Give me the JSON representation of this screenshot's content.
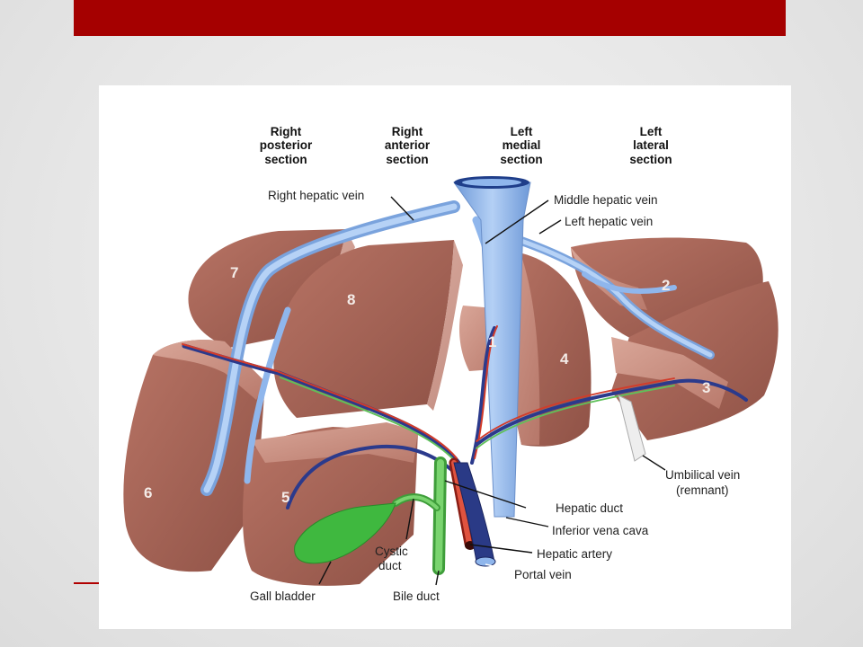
{
  "sections": {
    "right_posterior": [
      "Right",
      "posterior",
      "section"
    ],
    "right_anterior": [
      "Right",
      "anterior",
      "section"
    ],
    "left_medial": [
      "Left",
      "medial",
      "section"
    ],
    "left_lateral": [
      "Left",
      "lateral",
      "section"
    ]
  },
  "labels": {
    "right_hepatic_vein": "Right hepatic vein",
    "middle_hepatic_vein": "Middle hepatic vein",
    "left_hepatic_vein": "Left hepatic vein",
    "umbilical_vein": [
      "Umbilical vein",
      "(remnant)"
    ],
    "hepatic_duct": "Hepatic duct",
    "inferior_vena_cava": "Inferior vena cava",
    "hepatic_artery": "Hepatic artery",
    "portal_vein": "Portal vein",
    "cystic_duct": [
      "Cystic",
      "duct"
    ],
    "gall_bladder": "Gall bladder",
    "bile_duct": "Bile duct"
  },
  "segments": [
    "1",
    "2",
    "3",
    "4",
    "5",
    "6",
    "7",
    "8"
  ],
  "colors": {
    "title_bar": "#a50000",
    "liver": "#a8675c",
    "liver_cut": "#c98e80",
    "vein": "#8fb6ec",
    "portal_vein": "#2b3a8c",
    "hepatic_artery": "#d23b2a",
    "bile_duct": "#5fc05a",
    "gall_bladder": "#3fb83f"
  }
}
